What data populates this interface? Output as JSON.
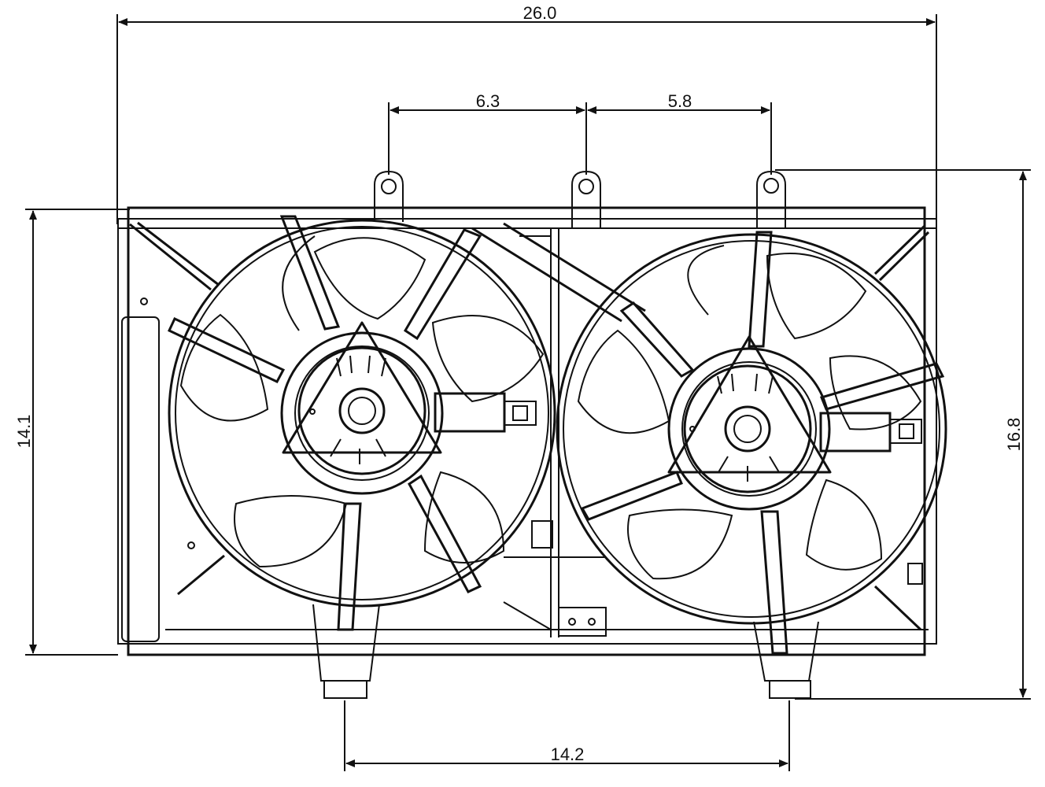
{
  "dimensions": {
    "overall_width": "26.0",
    "left_mount_spacing": "6.3",
    "right_mount_spacing": "5.8",
    "shroud_height": "14.1",
    "overall_height": "16.8",
    "motor_mount_spacing": "14.2"
  },
  "colors": {
    "line": "#111111",
    "background": "#ffffff"
  }
}
